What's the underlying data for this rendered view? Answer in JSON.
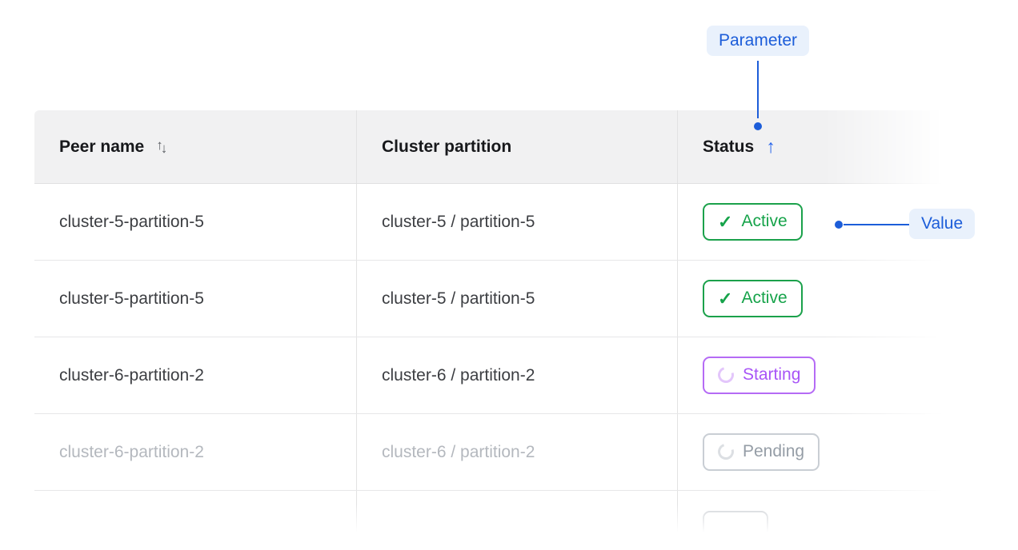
{
  "colors": {
    "accent_blue": "#1c5dd9",
    "callout_bg": "#e9f1fc",
    "active_green": "#16a34a",
    "starting_purple": "#a855f7",
    "pending_gray": "#959da6",
    "header_bg": "#f1f1f2"
  },
  "annotations": {
    "parameter_label": "Parameter",
    "value_label": "Value"
  },
  "table": {
    "header": {
      "columns": [
        {
          "label": "Peer name",
          "sort": "both"
        },
        {
          "label": "Cluster partition",
          "sort": "none"
        },
        {
          "label": "Status",
          "sort": "asc"
        }
      ]
    },
    "glyphs": {
      "sort_up": "↑",
      "sort_down": "↓",
      "check": "✓"
    },
    "rows": [
      {
        "peer_name": "cluster-5-partition-5",
        "cluster_partition": "cluster-5 / partition-5",
        "status": "Active",
        "status_type": "active",
        "muted": false
      },
      {
        "peer_name": "cluster-5-partition-5",
        "cluster_partition": "cluster-5 / partition-5",
        "status": "Active",
        "status_type": "active",
        "muted": false
      },
      {
        "peer_name": "cluster-6-partition-2",
        "cluster_partition": "cluster-6 / partition-2",
        "status": "Starting",
        "status_type": "starting",
        "muted": false
      },
      {
        "peer_name": "cluster-6-partition-2",
        "cluster_partition": "cluster-6 / partition-2",
        "status": "Pending",
        "status_type": "pending",
        "muted": true
      },
      {
        "peer_name": "",
        "cluster_partition": "",
        "status": "",
        "status_type": "partial",
        "muted": true
      }
    ]
  }
}
